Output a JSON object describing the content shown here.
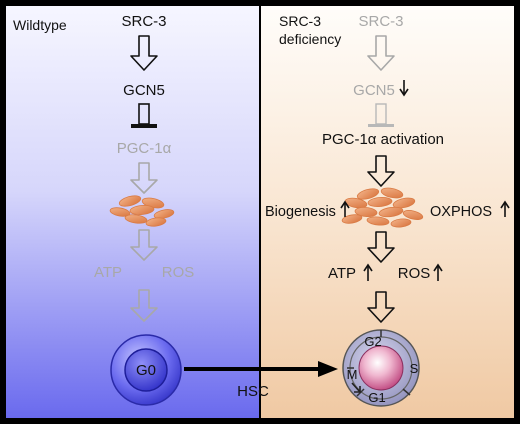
{
  "colors": {
    "frame": "#000000",
    "wildtype_panel_top": "#f4f4ff",
    "wildtype_panel_bottom": "#6f6ff0",
    "deficiency_panel_top": "#fffdfa",
    "deficiency_panel_bottom": "#f2ceab",
    "active_text": "#111111",
    "inactive_text": "#9a9a9a",
    "mitochondria": "#e08a52",
    "g0_cell": "#4848d8",
    "cycle_cell": "#9c9cc4",
    "nucleus": "#d8709c"
  },
  "wildtype": {
    "label": "Wildtype",
    "src3": "SRC-3",
    "gcn5": "GCN5",
    "pgc1a": "PGC-1α",
    "atp": "ATP",
    "ros": "ROS",
    "g0": "G0"
  },
  "deficiency": {
    "label_line1": "SRC-3",
    "label_line2": "deficiency",
    "src3": "SRC-3",
    "gcn5": "GCN5",
    "pgc1a_activation": "PGC-1α activation",
    "biogenesis": "Biogenesis",
    "oxphos": "OXPHOS",
    "atp": "ATP",
    "ros": "ROS",
    "cycle_phases": [
      "G2",
      "S",
      "G1",
      "M"
    ]
  },
  "hsc_label": "HSC"
}
